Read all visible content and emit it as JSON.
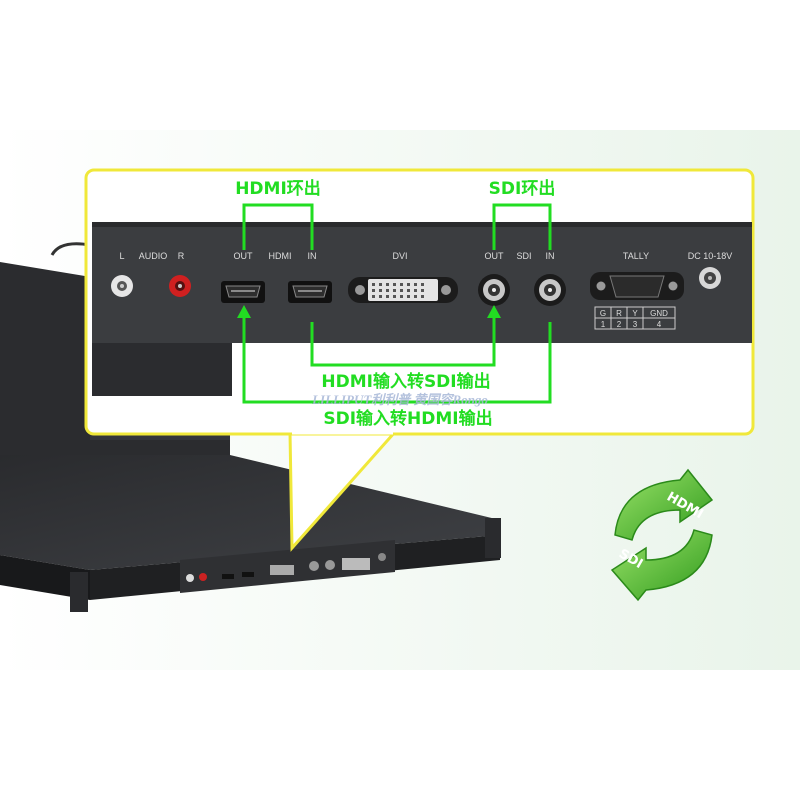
{
  "panel": {
    "audio_l": "L",
    "audio_label": "AUDIO",
    "audio_r": "R",
    "hdmi_out": "OUT",
    "hdmi_label": "HDMI",
    "hdmi_in": "IN",
    "dvi_label": "DVI",
    "sdi_out": "OUT",
    "sdi_label": "SDI",
    "sdi_in": "IN",
    "tally_label": "TALLY",
    "dc_label": "DC 10-18V",
    "tally_table": {
      "header": [
        "G",
        "R",
        "Y",
        "GND"
      ],
      "numbers": [
        "1",
        "2",
        "3",
        "4"
      ]
    }
  },
  "annotations": {
    "hdmi_loop": "HDMI环出",
    "sdi_loop": "SDI环出",
    "hdmi_to_sdi": "HDMI输入转SDI输出",
    "sdi_to_hdmi": "SDI输入转HDMI输出",
    "watermark": "LILLIPUT利利普 黄国容Rongo"
  },
  "logo": {
    "top_word": "HDMI",
    "bottom_word": "SDI",
    "arrow_color": "#4fbf2a"
  },
  "colors": {
    "highlight_frame": "#f0e83a",
    "annotation_green": "#22dd22",
    "panel": "#3b3d40",
    "right_background": "#edf5ee"
  }
}
